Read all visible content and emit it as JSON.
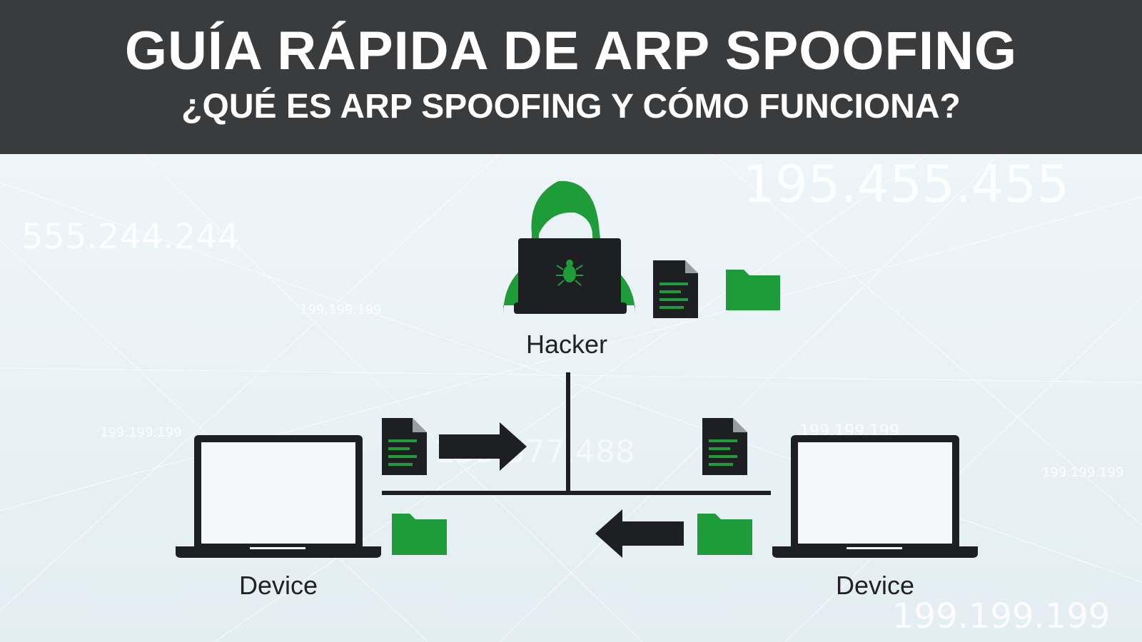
{
  "header": {
    "title": "GUÍA RÁPIDA DE ARP SPOOFING",
    "subtitle": "¿QUÉ ES ARP SPOOFING Y CÓMO FUNCIONA?"
  },
  "background_numbers": [
    "195.455.455",
    "555.244.244",
    "199.199.199",
    "199.199.199",
    "233.377.488",
    "199.199.199",
    "199.199.199",
    "199.199.199"
  ],
  "nodes": {
    "hacker": {
      "label": "Hacker"
    },
    "device_left": {
      "label": "Device"
    },
    "device_right": {
      "label": "Device"
    }
  },
  "colors": {
    "header_bg": "#3a3b3d",
    "accent_green": "#1f9c3a",
    "dark": "#1e1f22",
    "background": "#e8f1f5"
  },
  "icons": [
    "hooded-hacker-icon",
    "bug-icon",
    "document-icon",
    "folder-icon",
    "arrow-right-icon",
    "arrow-left-icon",
    "laptop-icon"
  ]
}
